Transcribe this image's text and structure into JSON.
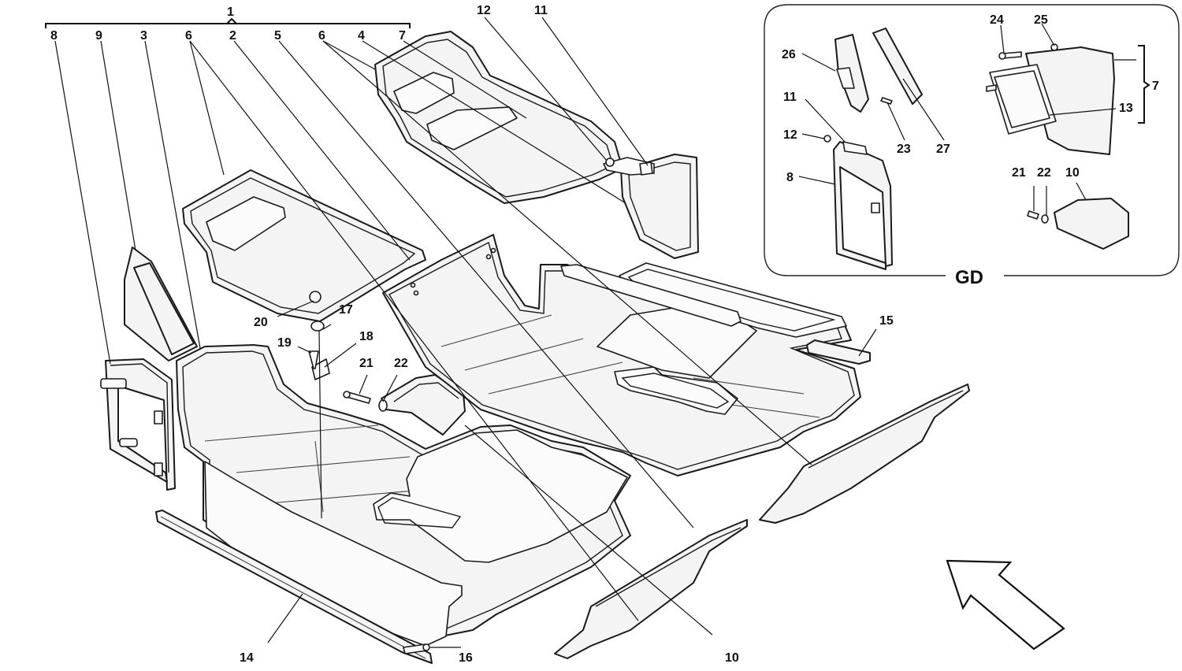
{
  "inset": {
    "label": "GD"
  },
  "callouts": [
    {
      "key": "c1",
      "text": "1"
    },
    {
      "key": "c8",
      "text": "8"
    },
    {
      "key": "c9",
      "text": "9"
    },
    {
      "key": "c3",
      "text": "3"
    },
    {
      "key": "c6a",
      "text": "6"
    },
    {
      "key": "c2",
      "text": "2"
    },
    {
      "key": "c5",
      "text": "5"
    },
    {
      "key": "c6b",
      "text": "6"
    },
    {
      "key": "c4",
      "text": "4"
    },
    {
      "key": "c7",
      "text": "7"
    },
    {
      "key": "c12",
      "text": "12"
    },
    {
      "key": "c11",
      "text": "11"
    },
    {
      "key": "c20",
      "text": "20"
    },
    {
      "key": "c17",
      "text": "17"
    },
    {
      "key": "c19",
      "text": "19"
    },
    {
      "key": "c18",
      "text": "18"
    },
    {
      "key": "c21",
      "text": "21"
    },
    {
      "key": "c22",
      "text": "22"
    },
    {
      "key": "c15",
      "text": "15"
    },
    {
      "key": "c14",
      "text": "14"
    },
    {
      "key": "c16",
      "text": "16"
    },
    {
      "key": "c10",
      "text": "10"
    },
    {
      "key": "g26",
      "text": "26"
    },
    {
      "key": "g11",
      "text": "11"
    },
    {
      "key": "g12",
      "text": "12"
    },
    {
      "key": "g8",
      "text": "8"
    },
    {
      "key": "g23",
      "text": "23"
    },
    {
      "key": "g27",
      "text": "27"
    },
    {
      "key": "g24",
      "text": "24"
    },
    {
      "key": "g25",
      "text": "25"
    },
    {
      "key": "g7",
      "text": "7"
    },
    {
      "key": "g13",
      "text": "13"
    },
    {
      "key": "g21",
      "text": "21"
    },
    {
      "key": "g22",
      "text": "22"
    },
    {
      "key": "g10",
      "text": "10"
    }
  ]
}
